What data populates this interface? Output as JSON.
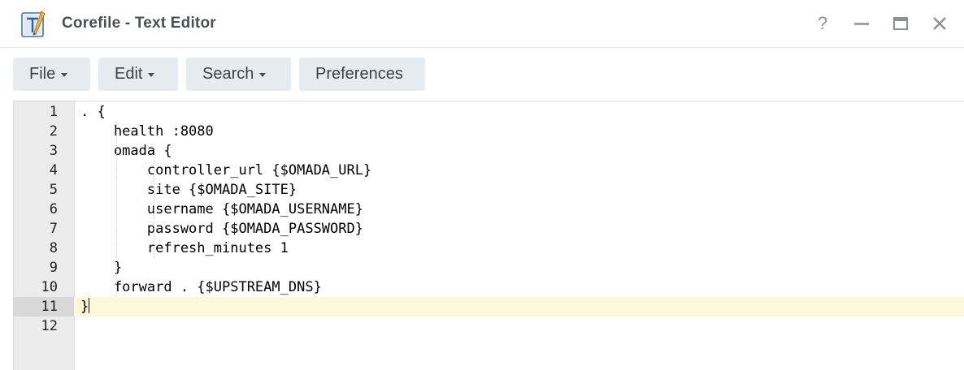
{
  "window": {
    "title": "Corefile - Text Editor",
    "controls": {
      "help": "?"
    }
  },
  "toolbar": {
    "file_label": "File",
    "edit_label": "Edit",
    "search_label": "Search",
    "preferences_label": "Preferences"
  },
  "editor": {
    "active_line": 11,
    "lines": [
      {
        "n": "1",
        "text": ". {"
      },
      {
        "n": "2",
        "text": "    health :8080"
      },
      {
        "n": "3",
        "text": "    omada {"
      },
      {
        "n": "4",
        "text": "        controller_url {$OMADA_URL}"
      },
      {
        "n": "5",
        "text": "        site {$OMADA_SITE}"
      },
      {
        "n": "6",
        "text": "        username {$OMADA_USERNAME}"
      },
      {
        "n": "7",
        "text": "        password {$OMADA_PASSWORD}"
      },
      {
        "n": "8",
        "text": "        refresh_minutes 1"
      },
      {
        "n": "9",
        "text": "    }"
      },
      {
        "n": "10",
        "text": "    forward . {$UPSTREAM_DNS}"
      },
      {
        "n": "11",
        "text": "}"
      },
      {
        "n": "12",
        "text": ""
      }
    ]
  },
  "colors": {
    "active_line": "#fcf9d8",
    "toolbar_button": "#e6ebef",
    "gutter": "#ebebeb"
  }
}
